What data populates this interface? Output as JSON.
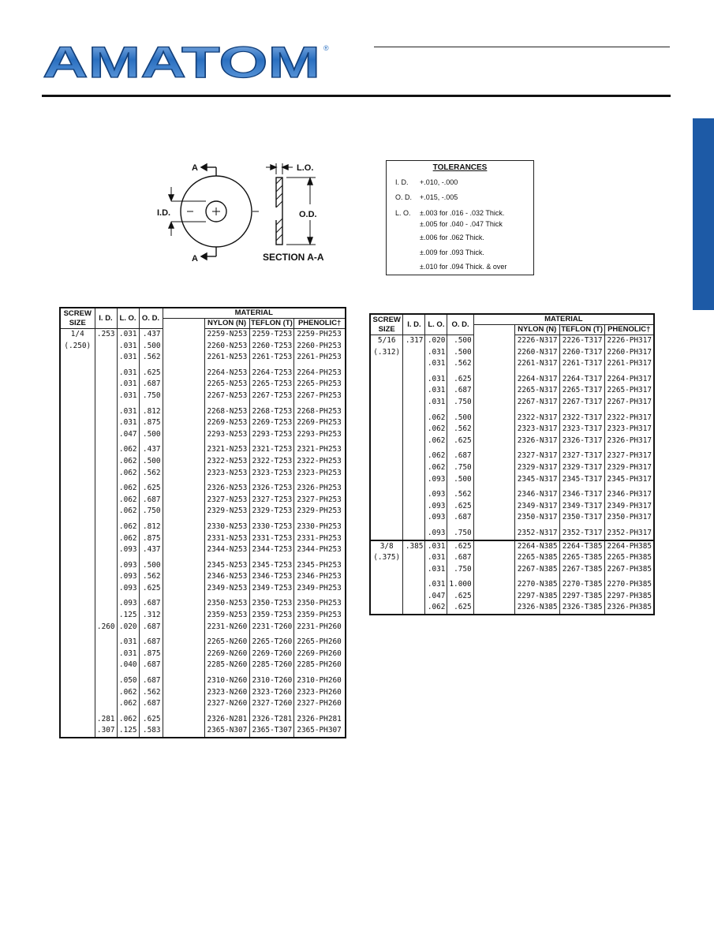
{
  "brand": {
    "name": "AMATOM",
    "registered": "®",
    "blue": "#2a6fc0",
    "dark_blue": "#1d5aa6"
  },
  "diagram": {
    "label_a": "A",
    "label_id": "I.D.",
    "label_lo": "L.O.",
    "label_od": "O.D.",
    "section_label": "SECTION A-A"
  },
  "tolerances": {
    "title": "TOLERANCES",
    "rows": [
      {
        "label": "I. D.",
        "value": "+.010, -.000"
      },
      {
        "label": "O. D.",
        "value": "+.015, -.005"
      },
      {
        "label": "L. O.",
        "value": "±.003 for .016 - .032 Thick."
      },
      {
        "label": "",
        "value": "±.005 for .040 - .047 Thick"
      },
      {
        "label": "",
        "value": "±.006 for .062 Thick."
      },
      {
        "label": "",
        "value": "±.009 for .093 Thick."
      },
      {
        "label": "",
        "value": "±.010 for .094 Thick. & over"
      }
    ]
  },
  "table_headers": {
    "screw": "SCREW",
    "size": "SIZE",
    "id": "I. D.",
    "lo": "L. O.",
    "od": "O. D.",
    "material": "MATERIAL",
    "nylon": "NYLON (N)",
    "teflon": "TEFLON (T)",
    "phenolic": "PHENOLIC†"
  },
  "left_table": {
    "groups": [
      {
        "screw": [
          "1/4",
          "(.250)"
        ],
        "rows": [
          {
            "id": ".253",
            "lo": ".031",
            "od": ".437",
            "n": "2259-N253",
            "t": "2259-T253",
            "p": "2259-PH253"
          },
          {
            "id": "",
            "lo": ".031",
            "od": ".500",
            "n": "2260-N253",
            "t": "2260-T253",
            "p": "2260-PH253"
          },
          {
            "id": "",
            "lo": ".031",
            "od": ".562",
            "n": "2261-N253",
            "t": "2261-T253",
            "p": "2261-PH253"
          },
          {
            "id": "",
            "lo": ".031",
            "od": ".625",
            "n": "2264-N253",
            "t": "2264-T253",
            "p": "2264-PH253"
          },
          {
            "id": "",
            "lo": ".031",
            "od": ".687",
            "n": "2265-N253",
            "t": "2265-T253",
            "p": "2265-PH253"
          },
          {
            "id": "",
            "lo": ".031",
            "od": ".750",
            "n": "2267-N253",
            "t": "2267-T253",
            "p": "2267-PH253"
          },
          {
            "id": "",
            "lo": ".031",
            "od": ".812",
            "n": "2268-N253",
            "t": "2268-T253",
            "p": "2268-PH253"
          },
          {
            "id": "",
            "lo": ".031",
            "od": ".875",
            "n": "2269-N253",
            "t": "2269-T253",
            "p": "2269-PH253"
          },
          {
            "id": "",
            "lo": ".047",
            "od": ".500",
            "n": "2293-N253",
            "t": "2293-T253",
            "p": "2293-PH253"
          },
          {
            "id": "",
            "lo": ".062",
            "od": ".437",
            "n": "2321-N253",
            "t": "2321-T253",
            "p": "2321-PH253"
          },
          {
            "id": "",
            "lo": ".062",
            "od": ".500",
            "n": "2322-N253",
            "t": "2322-T253",
            "p": "2322-PH253"
          },
          {
            "id": "",
            "lo": ".062",
            "od": ".562",
            "n": "2323-N253",
            "t": "2323-T253",
            "p": "2323-PH253"
          },
          {
            "id": "",
            "lo": ".062",
            "od": ".625",
            "n": "2326-N253",
            "t": "2326-T253",
            "p": "2326-PH253"
          },
          {
            "id": "",
            "lo": ".062",
            "od": ".687",
            "n": "2327-N253",
            "t": "2327-T253",
            "p": "2327-PH253"
          },
          {
            "id": "",
            "lo": ".062",
            "od": ".750",
            "n": "2329-N253",
            "t": "2329-T253",
            "p": "2329-PH253"
          },
          {
            "id": "",
            "lo": ".062",
            "od": ".812",
            "n": "2330-N253",
            "t": "2330-T253",
            "p": "2330-PH253"
          },
          {
            "id": "",
            "lo": ".062",
            "od": ".875",
            "n": "2331-N253",
            "t": "2331-T253",
            "p": "2331-PH253"
          },
          {
            "id": "",
            "lo": ".093",
            "od": ".437",
            "n": "2344-N253",
            "t": "2344-T253",
            "p": "2344-PH253"
          },
          {
            "id": "",
            "lo": ".093",
            "od": ".500",
            "n": "2345-N253",
            "t": "2345-T253",
            "p": "2345-PH253"
          },
          {
            "id": "",
            "lo": ".093",
            "od": ".562",
            "n": "2346-N253",
            "t": "2346-T253",
            "p": "2346-PH253"
          },
          {
            "id": "",
            "lo": ".093",
            "od": ".625",
            "n": "2349-N253",
            "t": "2349-T253",
            "p": "2349-PH253"
          },
          {
            "id": "",
            "lo": ".093",
            "od": ".687",
            "n": "2350-N253",
            "t": "2350-T253",
            "p": "2350-PH253"
          },
          {
            "id": "",
            "lo": ".125",
            "od": ".312",
            "n": "2359-N253",
            "t": "2359-T253",
            "p": "2359-PH253"
          },
          {
            "id": ".260",
            "lo": ".020",
            "od": ".687",
            "n": "2231-N260",
            "t": "2231-T260",
            "p": "2231-PH260"
          },
          {
            "id": "",
            "lo": ".031",
            "od": ".687",
            "n": "2265-N260",
            "t": "2265-T260",
            "p": "2265-PH260"
          },
          {
            "id": "",
            "lo": ".031",
            "od": ".875",
            "n": "2269-N260",
            "t": "2269-T260",
            "p": "2269-PH260"
          },
          {
            "id": "",
            "lo": ".040",
            "od": ".687",
            "n": "2285-N260",
            "t": "2285-T260",
            "p": "2285-PH260"
          },
          {
            "id": "",
            "lo": ".050",
            "od": ".687",
            "n": "2310-N260",
            "t": "2310-T260",
            "p": "2310-PH260"
          },
          {
            "id": "",
            "lo": ".062",
            "od": ".562",
            "n": "2323-N260",
            "t": "2323-T260",
            "p": "2323-PH260"
          },
          {
            "id": "",
            "lo": ".062",
            "od": ".687",
            "n": "2327-N260",
            "t": "2327-T260",
            "p": "2327-PH260"
          },
          {
            "id": ".281",
            "lo": ".062",
            "od": ".625",
            "n": "2326-N281",
            "t": "2326-T281",
            "p": "2326-PH281"
          },
          {
            "id": ".307",
            "lo": ".125",
            "od": ".583",
            "n": "2365-N307",
            "t": "2365-T307",
            "p": "2365-PH307"
          }
        ]
      }
    ]
  },
  "right_table": {
    "groups": [
      {
        "screw": [
          "5/16",
          "(.312)"
        ],
        "rows": [
          {
            "id": ".317",
            "lo": ".020",
            "od": ".500",
            "n": "2226-N317",
            "t": "2226-T317",
            "p": "2226-PH317"
          },
          {
            "id": "",
            "lo": ".031",
            "od": ".500",
            "n": "2260-N317",
            "t": "2260-T317",
            "p": "2260-PH317"
          },
          {
            "id": "",
            "lo": ".031",
            "od": ".562",
            "n": "2261-N317",
            "t": "2261-T317",
            "p": "2261-PH317"
          },
          {
            "id": "",
            "lo": ".031",
            "od": ".625",
            "n": "2264-N317",
            "t": "2264-T317",
            "p": "2264-PH317"
          },
          {
            "id": "",
            "lo": ".031",
            "od": ".687",
            "n": "2265-N317",
            "t": "2265-T317",
            "p": "2265-PH317"
          },
          {
            "id": "",
            "lo": ".031",
            "od": ".750",
            "n": "2267-N317",
            "t": "2267-T317",
            "p": "2267-PH317"
          },
          {
            "id": "",
            "lo": ".062",
            "od": ".500",
            "n": "2322-N317",
            "t": "2322-T317",
            "p": "2322-PH317"
          },
          {
            "id": "",
            "lo": ".062",
            "od": ".562",
            "n": "2323-N317",
            "t": "2323-T317",
            "p": "2323-PH317"
          },
          {
            "id": "",
            "lo": ".062",
            "od": ".625",
            "n": "2326-N317",
            "t": "2326-T317",
            "p": "2326-PH317"
          },
          {
            "id": "",
            "lo": ".062",
            "od": ".687",
            "n": "2327-N317",
            "t": "2327-T317",
            "p": "2327-PH317"
          },
          {
            "id": "",
            "lo": ".062",
            "od": ".750",
            "n": "2329-N317",
            "t": "2329-T317",
            "p": "2329-PH317"
          },
          {
            "id": "",
            "lo": ".093",
            "od": ".500",
            "n": "2345-N317",
            "t": "2345-T317",
            "p": "2345-PH317"
          },
          {
            "id": "",
            "lo": ".093",
            "od": ".562",
            "n": "2346-N317",
            "t": "2346-T317",
            "p": "2346-PH317"
          },
          {
            "id": "",
            "lo": ".093",
            "od": ".625",
            "n": "2349-N317",
            "t": "2349-T317",
            "p": "2349-PH317"
          },
          {
            "id": "",
            "lo": ".093",
            "od": ".687",
            "n": "2350-N317",
            "t": "2350-T317",
            "p": "2350-PH317"
          },
          {
            "id": "",
            "lo": ".093",
            "od": ".750",
            "n": "2352-N317",
            "t": "2352-T317",
            "p": "2352-PH317"
          }
        ]
      },
      {
        "screw": [
          "3/8",
          "(.375)"
        ],
        "rows": [
          {
            "id": ".385",
            "lo": ".031",
            "od": ".625",
            "n": "2264-N385",
            "t": "2264-T385",
            "p": "2264-PH385"
          },
          {
            "id": "",
            "lo": ".031",
            "od": ".687",
            "n": "2265-N385",
            "t": "2265-T385",
            "p": "2265-PH385"
          },
          {
            "id": "",
            "lo": ".031",
            "od": ".750",
            "n": "2267-N385",
            "t": "2267-T385",
            "p": "2267-PH385"
          },
          {
            "id": "",
            "lo": ".031",
            "od": "1.000",
            "n": "2270-N385",
            "t": "2270-T385",
            "p": "2270-PH385"
          },
          {
            "id": "",
            "lo": ".047",
            "od": ".625",
            "n": "2297-N385",
            "t": "2297-T385",
            "p": "2297-PH385"
          },
          {
            "id": "",
            "lo": ".062",
            "od": ".625",
            "n": "2326-N385",
            "t": "2326-T385",
            "p": "2326-PH385"
          }
        ]
      }
    ]
  }
}
